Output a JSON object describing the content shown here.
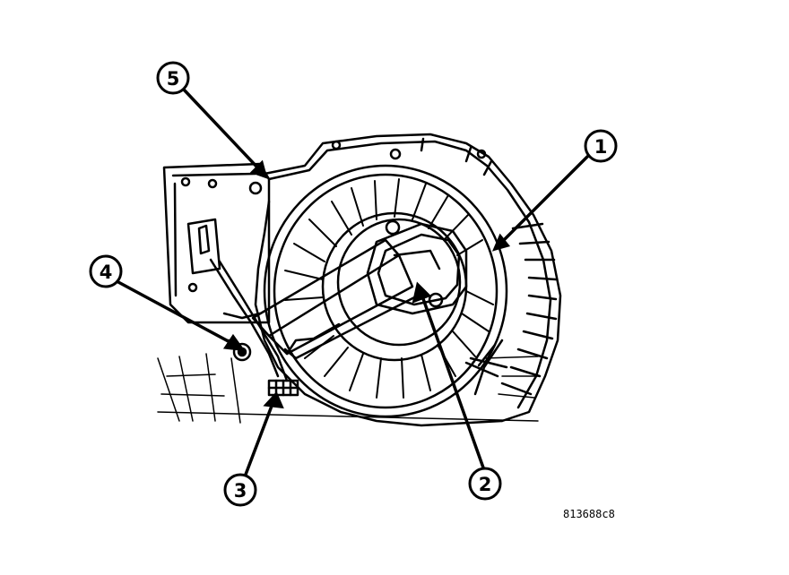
{
  "callouts": [
    {
      "id": "1",
      "label": "1"
    },
    {
      "id": "2",
      "label": "2"
    },
    {
      "id": "3",
      "label": "3"
    },
    {
      "id": "4",
      "label": "4"
    },
    {
      "id": "5",
      "label": "5"
    }
  ],
  "figure_id": "813688c8",
  "colors": {
    "ink": "#000000",
    "paper": "#ffffff"
  }
}
